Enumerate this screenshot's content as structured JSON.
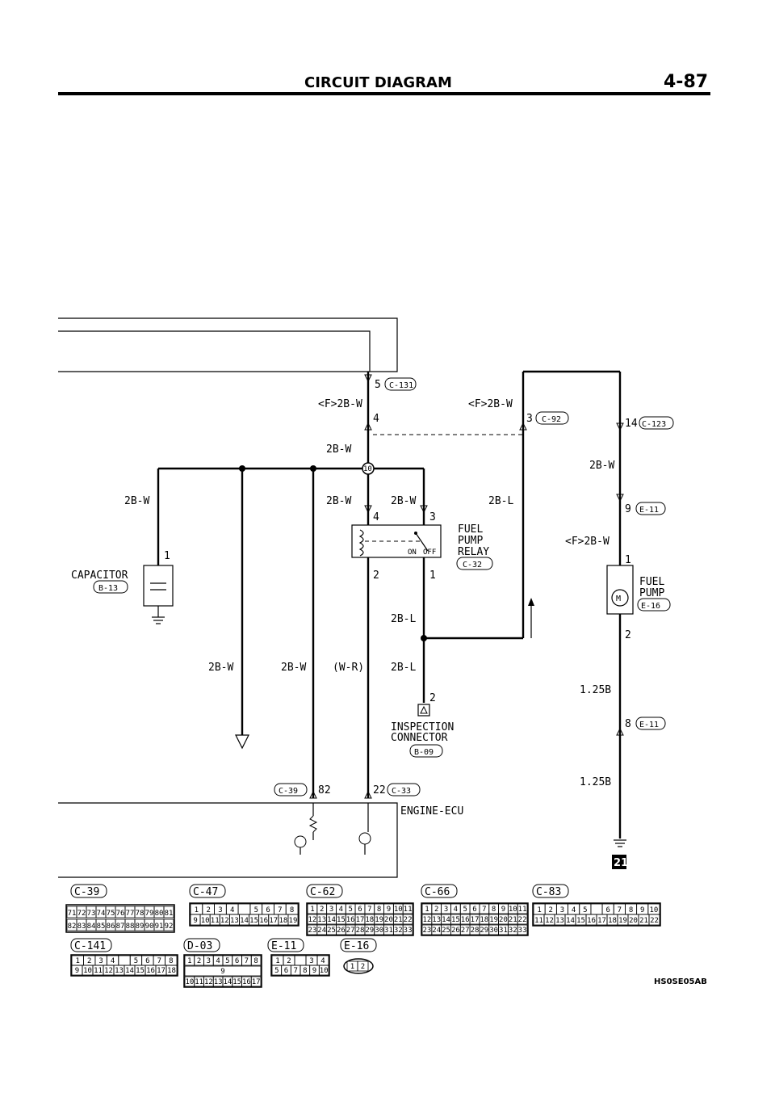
{
  "header": {
    "title": "CIRCUIT DIAGRAM",
    "page": "4-87"
  },
  "conn": {
    "c131": "C-131",
    "c92": "C-92",
    "c123": "C-123",
    "e11": "E-11",
    "e16": "E-16",
    "c32": "C-32",
    "b13": "B-13",
    "b09": "B-09",
    "c39": "C-39",
    "c33": "C-33",
    "c47": "C-47",
    "c62": "C-62",
    "c66": "C-66",
    "c83": "C-83",
    "c141": "C-141",
    "d03": "D-03"
  },
  "pins": {
    "p5": "5",
    "p4a": "4",
    "p3a": "3",
    "p14": "14",
    "p10": "10",
    "p4b": "4",
    "p3b": "3",
    "p9": "9",
    "p1cap": "1",
    "p2": "2",
    "p1": "1",
    "p1pump": "1",
    "p2pump": "2",
    "p2insp": "2",
    "p8": "8",
    "p82": "82",
    "p22": "22"
  },
  "wires": {
    "f2bw_a": "<F>2B-W",
    "f2bw_b": "<F>2B-W",
    "f2bw_c": "<F>2B-W",
    "w2bw_a": "2B-W",
    "w2bw_b": "2B-W",
    "w2bw_c": "2B-W",
    "w2bw_d": "2B-W",
    "w2bw_e": "2B-W",
    "w2bw_f": "2B-W",
    "w2bw_g": "2B-W",
    "w2bl_a": "2B-L",
    "w2bl_b": "2B-L",
    "w2bl_c": "2B-L",
    "wr": "(W-R)",
    "w125b_a": "1.25B",
    "w125b_b": "1.25B"
  },
  "components": {
    "fuel_pump_relay": [
      "FUEL",
      "PUMP",
      "RELAY"
    ],
    "relay_on": "ON",
    "relay_off": "OFF",
    "fuel_pump": [
      "FUEL",
      "PUMP"
    ],
    "capacitor": "CAPACITOR",
    "inspection_connector": [
      "INSPECTION",
      "CONNECTOR"
    ],
    "engine_ecu": "ENGINE-ECU",
    "ground_badge": "21"
  },
  "connector_views": {
    "c39": {
      "rows": [
        [
          "71",
          "72",
          "73",
          "74",
          "75",
          "76",
          "77",
          "78",
          "79",
          "80",
          "81"
        ],
        [
          "82",
          "83",
          "84",
          "85",
          "86",
          "87",
          "88",
          "89",
          "90",
          "91",
          "92"
        ]
      ]
    },
    "c47": {
      "rows": [
        [
          "1",
          "2",
          "3",
          "4",
          "",
          "5",
          "6",
          "7",
          "8"
        ],
        [
          "9",
          "10",
          "11",
          "12",
          "13",
          "14",
          "15",
          "16",
          "17",
          "18",
          "19"
        ]
      ]
    },
    "c62": {
      "rows": [
        [
          "1",
          "2",
          "3",
          "4",
          "5",
          "6",
          "7",
          "8",
          "9",
          "10",
          "11"
        ],
        [
          "12",
          "13",
          "14",
          "15",
          "16",
          "17",
          "18",
          "19",
          "20",
          "21",
          "22"
        ],
        [
          "23",
          "24",
          "25",
          "26",
          "27",
          "28",
          "29",
          "30",
          "31",
          "32",
          "33"
        ]
      ]
    },
    "c66": {
      "rows": [
        [
          "1",
          "2",
          "3",
          "4",
          "5",
          "6",
          "7",
          "8",
          "9",
          "10",
          "11"
        ],
        [
          "12",
          "13",
          "14",
          "15",
          "16",
          "17",
          "18",
          "19",
          "20",
          "21",
          "22"
        ],
        [
          "23",
          "24",
          "25",
          "26",
          "27",
          "28",
          "29",
          "30",
          "31",
          "32",
          "33"
        ]
      ]
    },
    "c83": {
      "rows": [
        [
          "1",
          "2",
          "3",
          "4",
          "5",
          "",
          "6",
          "7",
          "8",
          "9",
          "10"
        ],
        [
          "11",
          "12",
          "13",
          "14",
          "15",
          "16",
          "17",
          "18",
          "19",
          "20",
          "21",
          "22"
        ]
      ]
    },
    "c141": {
      "rows": [
        [
          "1",
          "2",
          "3",
          "4",
          "",
          "5",
          "6",
          "7",
          "8"
        ],
        [
          "9",
          "10",
          "11",
          "12",
          "13",
          "14",
          "15",
          "16",
          "17",
          "18"
        ]
      ]
    },
    "d03": {
      "rows": [
        [
          "1",
          "2",
          "3",
          "4",
          "5",
          "6",
          "7",
          "8"
        ],
        [
          "9"
        ],
        [
          "10",
          "11",
          "12",
          "13",
          "14",
          "15",
          "16",
          "17"
        ]
      ]
    },
    "e11": {
      "rows": [
        [
          "1",
          "2",
          "",
          "3",
          "4"
        ],
        [
          "5",
          "6",
          "7",
          "8",
          "9",
          "10"
        ]
      ]
    },
    "e16": {
      "rows": [
        [
          "1",
          "2"
        ]
      ]
    }
  },
  "footer": {
    "code": "HS0SE05AB"
  }
}
